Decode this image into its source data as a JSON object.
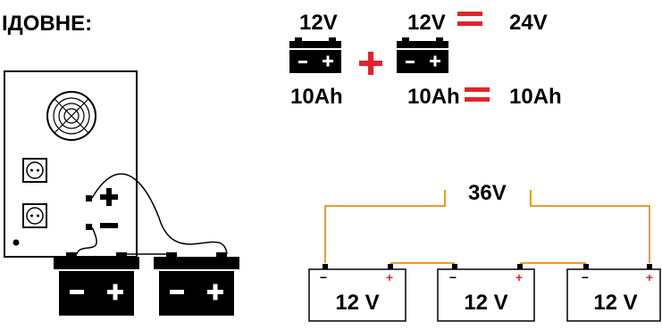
{
  "header": {
    "heading": "ІДОВНЕ:"
  },
  "series_formula": {
    "voltage_a": "12V",
    "voltage_b": "12V",
    "voltage_sum": "24V",
    "capacity_a": "10Ah",
    "capacity_b": "10Ah",
    "capacity_result": "10Ah",
    "plus_sign": "+",
    "equals_sign": "="
  },
  "battery_icon": {
    "minus": "−",
    "plus": "+"
  },
  "chain": {
    "total_voltage": "36V",
    "batteries": [
      {
        "label": "12 V",
        "minus": "−",
        "plus": "+"
      },
      {
        "label": "12 V",
        "minus": "−",
        "plus": "+"
      },
      {
        "label": "12 V",
        "minus": "−",
        "plus": "+"
      }
    ]
  },
  "inverter": {
    "plus": "+",
    "minus": "−"
  },
  "colors": {
    "accent": "#e2232a",
    "wire": "#e8900f",
    "ink": "#000000"
  },
  "icons": [
    "fan-icon",
    "socket-icon",
    "battery-icon"
  ]
}
